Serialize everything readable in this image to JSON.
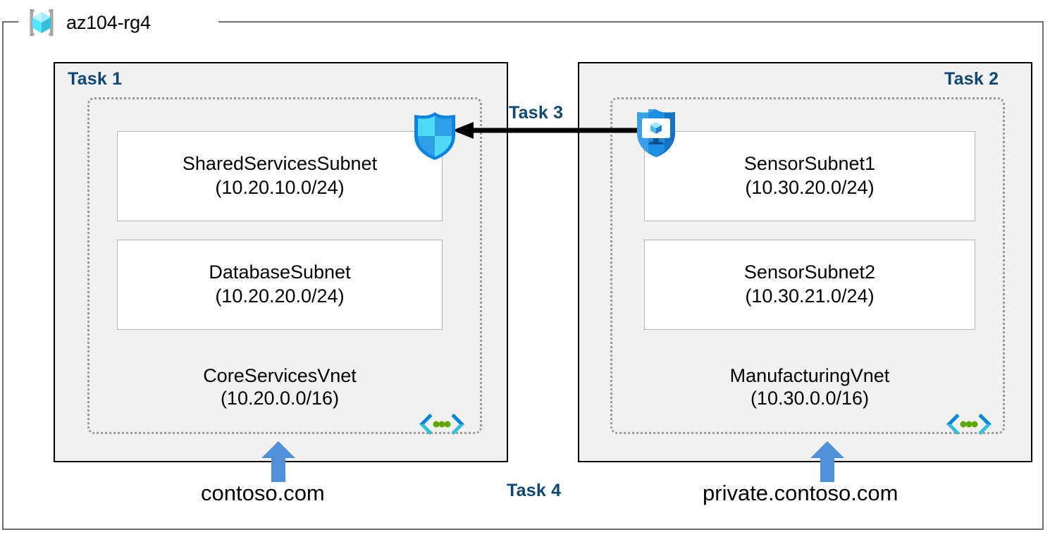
{
  "resource_group": {
    "name": "az104-rg4",
    "icon": "resource-group-cube-icon"
  },
  "panels": [
    {
      "id": "task1",
      "label": "Task 1",
      "vnet": {
        "name": "CoreServicesVnet",
        "cidr": "(10.20.0.0/16)",
        "icon": "virtual-network-icon",
        "subnets": [
          {
            "name": "SharedServicesSubnet",
            "cidr": "(10.20.10.0/24)"
          },
          {
            "name": "DatabaseSubnet",
            "cidr": "(10.20.20.0/24)"
          }
        ]
      },
      "dns": {
        "label": "contoso.com",
        "arrow": "dns-link-up-arrow"
      }
    },
    {
      "id": "task2",
      "label": "Task 2",
      "vnet": {
        "name": "ManufacturingVnet",
        "cidr": "(10.30.0.0/16)",
        "icon": "virtual-network-icon",
        "subnets": [
          {
            "name": "SensorSubnet1",
            "cidr": "(10.30.20.0/24)"
          },
          {
            "name": "SensorSubnet2",
            "cidr": "(10.30.21.0/24)"
          }
        ]
      },
      "dns": {
        "label": "private.contoso.com",
        "arrow": "dns-link-up-arrow"
      }
    }
  ],
  "connections": [
    {
      "id": "task3",
      "label": "Task 3",
      "direction": "right-to-left",
      "from_icon": "bastion-shield-icon",
      "to_icon": "firewall-shield-icon"
    },
    {
      "id": "task4",
      "label": "Task 4"
    }
  ],
  "colors": {
    "task_label": "#0e4775",
    "panel_fill": "#f1f1f1",
    "panel_border": "#000000",
    "vnet_border": "#9a9a9a",
    "subnet_border": "#b4b4b4",
    "frame_border": "#6d6d6d",
    "dns_arrow": "#4f90d8",
    "azure_cyan": "#50e6ff",
    "azure_blue": "#0078d4"
  }
}
